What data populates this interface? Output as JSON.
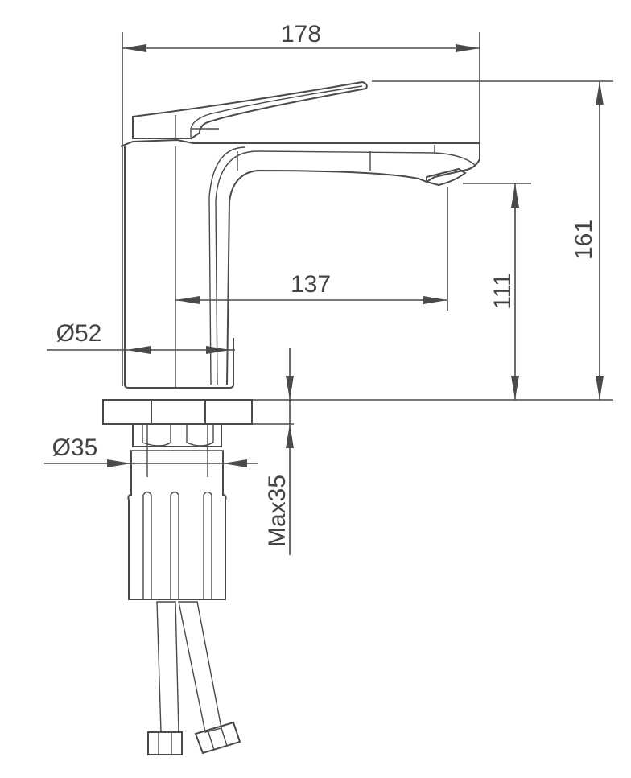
{
  "drawing": {
    "dimensions": {
      "overall_width": "178",
      "overall_height": "161",
      "spout_reach": "137",
      "spout_height": "111",
      "body_diameter": "Ø52",
      "shank_diameter": "Ø35",
      "max_deck_thickness": "Max35"
    }
  }
}
